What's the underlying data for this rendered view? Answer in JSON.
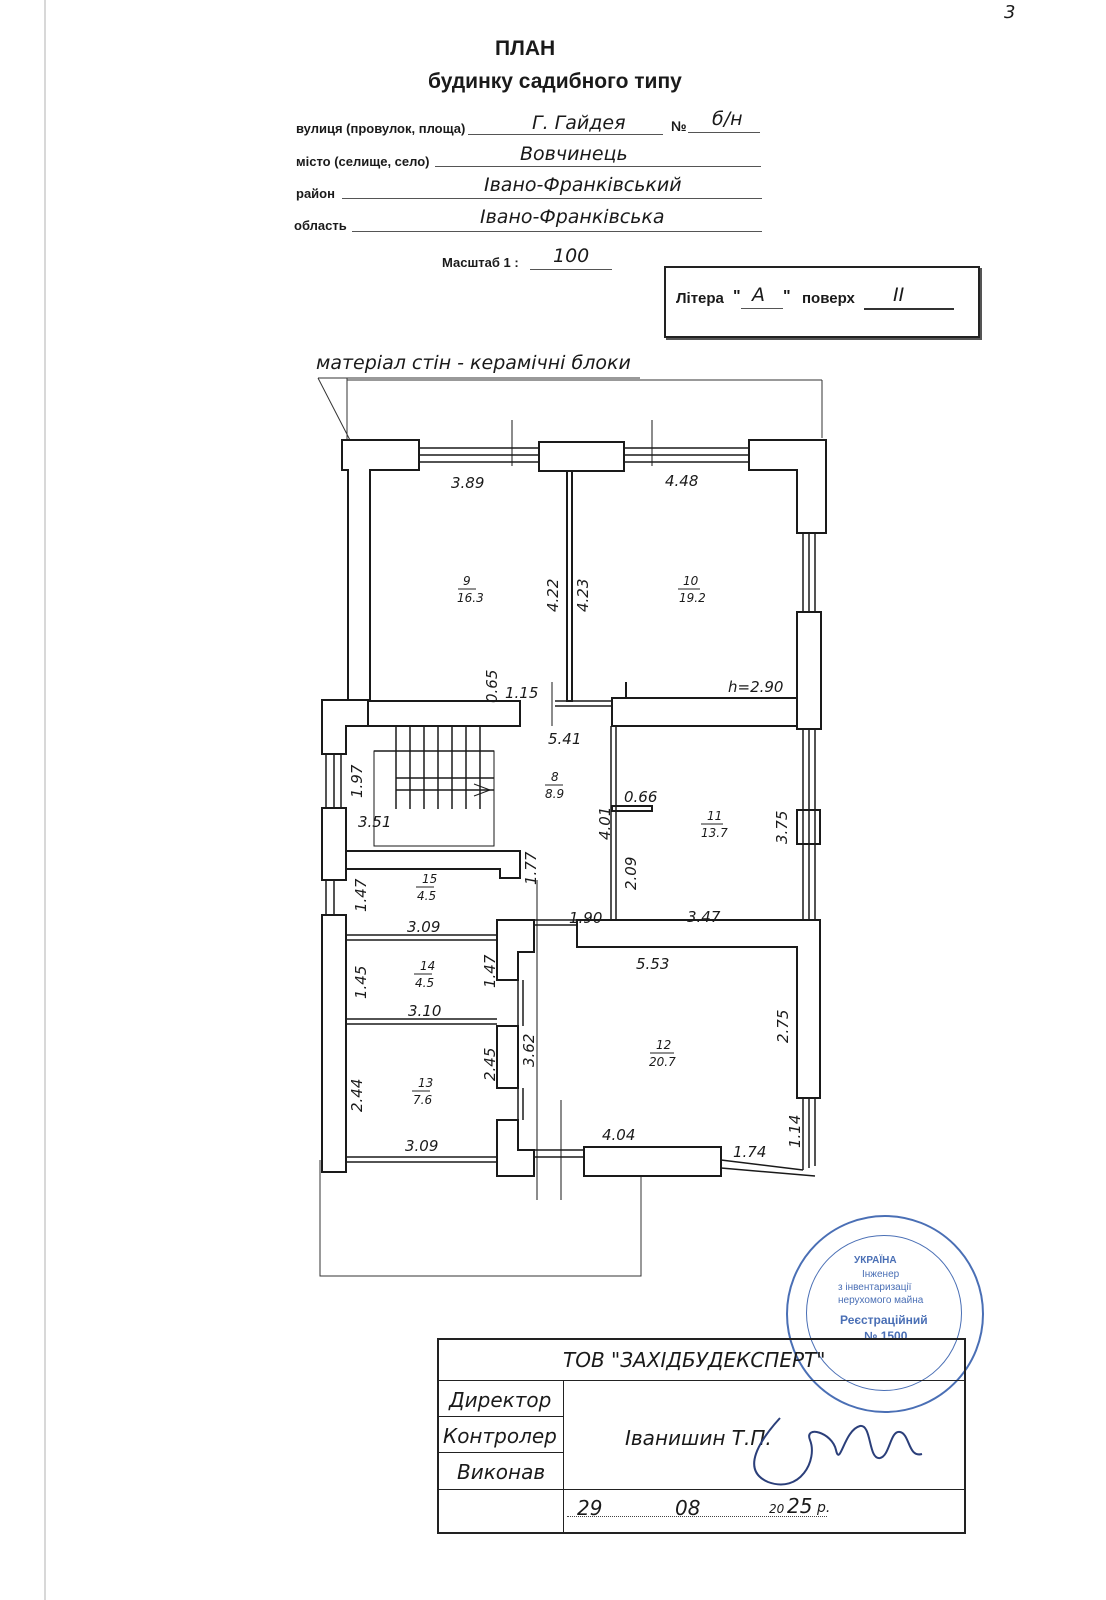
{
  "page_number": "3",
  "header": {
    "title": "ПЛАН",
    "subtitle": "будинку садибного типу"
  },
  "address": {
    "street_label": "вулиця (провулок, площа)",
    "street_value": "Г. Гайдея",
    "number_label": "№",
    "number_value": "б/н",
    "city_label": "місто (селище, село)",
    "city_value": "Вовчинець",
    "district_label": "район",
    "district_value": "Івано-Франківський",
    "region_label": "область",
    "region_value": "Івано-Франківська",
    "scale_label": "Масштаб 1 :",
    "scale_value": "100"
  },
  "litera": {
    "label": "Літера",
    "value": "А",
    "floor_label": "поверх",
    "floor_value": "II"
  },
  "wall_material": "матеріал стін - керамічні блоки",
  "plan": {
    "dimensions": {
      "d_3_89": "3.89",
      "d_4_48": "4.48",
      "d_4_22": "4.22",
      "d_4_23": "4.23",
      "d_0_65": "0.65",
      "d_1_15": "1.15",
      "d_h": "h=2.90",
      "d_5_41": "5.41",
      "d_1_97": "1.97",
      "d_3_51": "3.51",
      "d_0_66": "0.66",
      "d_4_01": "4.01",
      "d_3_75": "3.75",
      "d_1_77": "1.77",
      "d_2_09": "2.09",
      "d_1_47a": "1.47",
      "d_1_90": "1.90",
      "d_3_47": "3.47",
      "d_3_09a": "3.09",
      "d_5_53": "5.53",
      "d_1_45": "1.45",
      "d_1_47b": "1.47",
      "d_3_10": "3.10",
      "d_2_75": "2.75",
      "d_2_45": "2.45",
      "d_3_62": "3.62",
      "d_2_44": "2.44",
      "d_3_09b": "3.09",
      "d_4_04": "4.04",
      "d_1_74": "1.74",
      "d_1_14": "1.14"
    },
    "rooms": [
      {
        "num": "9",
        "area": "16.3"
      },
      {
        "num": "10",
        "area": "19.2"
      },
      {
        "num": "8",
        "area": "8.9"
      },
      {
        "num": "11",
        "area": "13.7"
      },
      {
        "num": "15",
        "area": "4.5"
      },
      {
        "num": "14",
        "area": "4.5"
      },
      {
        "num": "12",
        "area": "20.7"
      },
      {
        "num": "13",
        "area": "7.6"
      }
    ]
  },
  "title_block": {
    "company": "ТОВ \"ЗАХІДБУДЕКСПЕРТ\"",
    "role_director": "Директор",
    "role_controller": "Контролер",
    "role_executor": "Виконав",
    "person": "Іванишин Т.П.",
    "date_day": "29",
    "date_month": "08",
    "date_year_prefix": "20",
    "date_year_suffix": "25",
    "date_suffix": "р."
  },
  "stamp": {
    "country": "УКРАЇНА",
    "line1": "Інженер",
    "line2": "з інвентаризації",
    "line3": "нерухомого майна",
    "reg_label": "Реєстраційний",
    "reg_number": "№ 1500"
  }
}
